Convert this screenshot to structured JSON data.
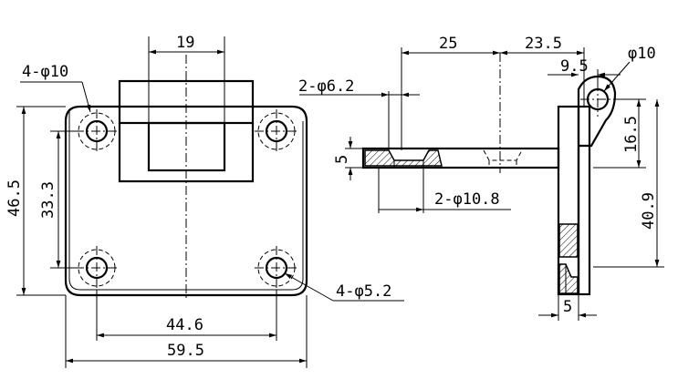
{
  "drawing": {
    "front_view": {
      "leaf_width": "19",
      "hole_callout_large": "4-φ10",
      "overall_height": "46.5",
      "hole_spacing_vertical": "33.3",
      "hole_spacing_horizontal": "44.6",
      "overall_width": "59.5",
      "hole_callout_small": "4-φ5.2"
    },
    "side_view": {
      "countersink_callout": "2-φ6.2",
      "plate_thickness": "5",
      "counterbore_callout": "2-φ10.8",
      "hole_distance": "25",
      "offset_distance": "23.5",
      "pin_offset": "9.5",
      "pin_diameter": "φ10",
      "upper_height": "16.5",
      "total_height": "40.9",
      "bottom_thickness": "5"
    }
  }
}
